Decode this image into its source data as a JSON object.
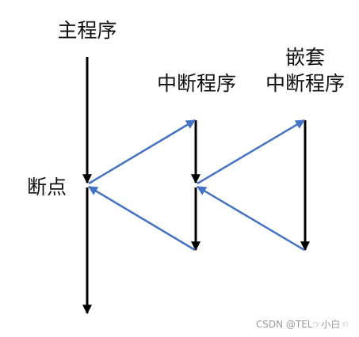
{
  "labels": {
    "main_program": "主程序",
    "interrupt_program": "中断程序",
    "nested_line1": "嵌套",
    "nested_line2": "中断程序",
    "breakpoint": "断点"
  },
  "colors": {
    "flow": "#000000",
    "transfer": "#4472C4",
    "watermark": "#9a9a9a"
  },
  "watermark": "CSDN @TEL☞小白☜"
}
